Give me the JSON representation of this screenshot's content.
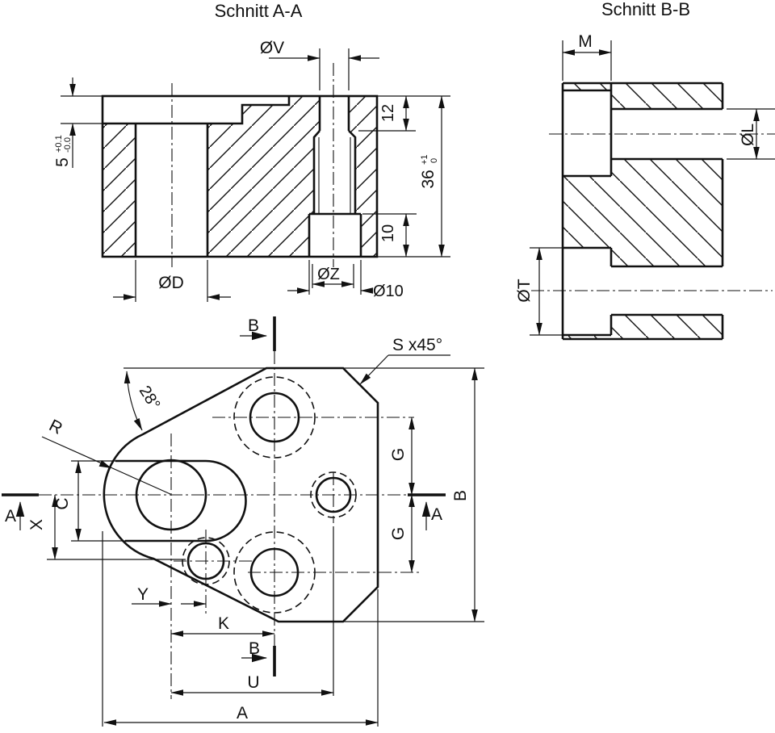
{
  "drawing": {
    "background": "#ffffff",
    "ink": "#111111",
    "aa": {
      "title": "Schnitt A-A",
      "dia_v": "ØV",
      "d12": "12",
      "d36": "36",
      "d36_tol_up": "+1",
      "d36_tol_lo": "0",
      "d10": "10",
      "dia_z": "ØZ",
      "dia_10": "Ø10",
      "dia_d": "ØD",
      "d5": "5",
      "d5_tol_up": "+0.1",
      "d5_tol_lo": "-0.0"
    },
    "bb": {
      "title": "Schnitt B-B",
      "m": "M",
      "dia_l": "ØL",
      "dia_t": "ØT"
    },
    "plan": {
      "chamfer": "S x45°",
      "angle": "28°",
      "radius": "R",
      "c": "C",
      "x": "X",
      "y": "Y",
      "k": "K",
      "u": "U",
      "width_a": "A",
      "height_b": "B",
      "g_up": "G",
      "g_low": "G",
      "marker_a_left": "A",
      "marker_a_right": "A",
      "marker_b_top": "B",
      "marker_b_bottom": "B"
    }
  }
}
